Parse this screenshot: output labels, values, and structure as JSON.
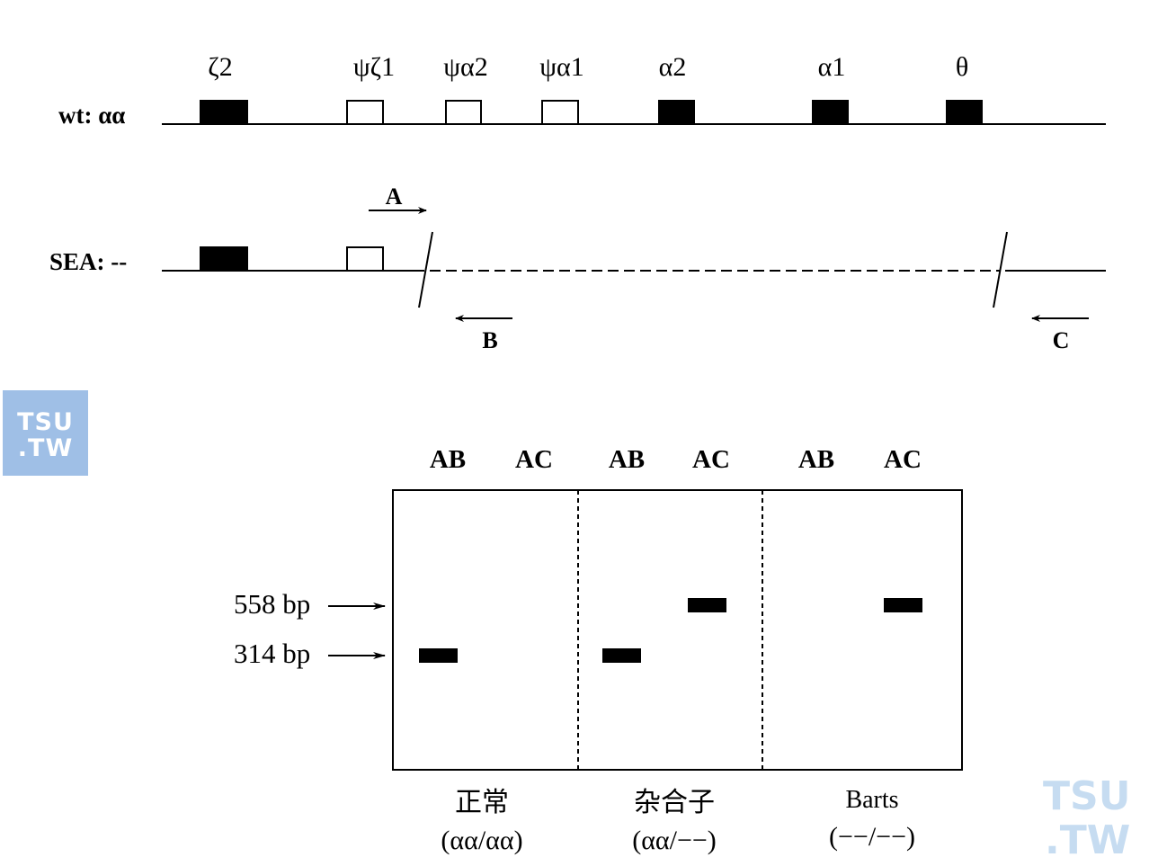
{
  "wt_row": {
    "label": "wt: αα",
    "genes": [
      {
        "name": "ζ2",
        "filled": true
      },
      {
        "name": "ψζ1",
        "filled": false
      },
      {
        "name": "ψα2",
        "filled": false
      },
      {
        "name": "ψα1",
        "filled": false
      },
      {
        "name": "α2",
        "filled": true
      },
      {
        "name": "α1",
        "filled": true
      },
      {
        "name": "θ",
        "filled": true
      }
    ]
  },
  "sea_row": {
    "label": "SEA: --",
    "primers": {
      "a": "A",
      "b": "B",
      "c": "C"
    }
  },
  "gel": {
    "lane_labels": [
      "AB",
      "AC",
      "AB",
      "AC",
      "AB",
      "AC"
    ],
    "markers": [
      {
        "label": "558 bp"
      },
      {
        "label": "314 bp"
      }
    ],
    "groups": [
      {
        "name": "正常",
        "genotype": "(αα/αα)"
      },
      {
        "name": "杂合子",
        "genotype": "(αα/−−)"
      },
      {
        "name": "Barts",
        "genotype": "(−−/−−)"
      }
    ]
  },
  "logo": {
    "line1": "TSU",
    "line2": ".TW"
  },
  "watermark": {
    "line1": "TSU",
    "line2": ".TW"
  },
  "colors": {
    "ink": "#000000",
    "logo_bg": "#9fbfe6",
    "watermark": "#c6dcf1"
  }
}
